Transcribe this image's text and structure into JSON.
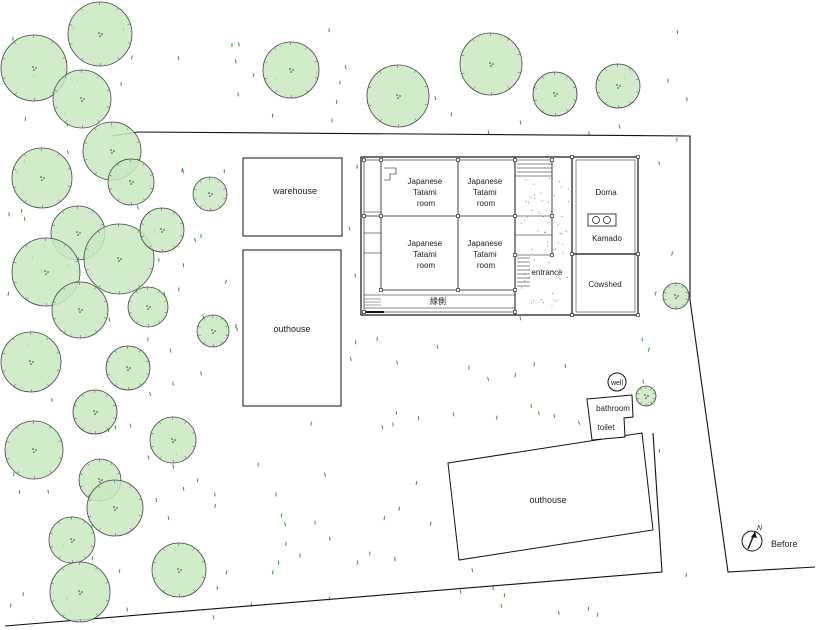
{
  "labels": {
    "warehouse": "warehouse",
    "outhouse_1": "outhouse",
    "outhouse_2": "outhouse",
    "tatami_1": [
      "Japanese",
      "Tatami",
      "room"
    ],
    "tatami_2": [
      "Japanese",
      "Tatami",
      "room"
    ],
    "tatami_3": [
      "Japanese",
      "Tatami",
      "room"
    ],
    "tatami_4": [
      "Japanese",
      "Tatami",
      "room"
    ],
    "engawa": "縁側",
    "entrance": "entrance",
    "doma": "Doma",
    "kamado": "Kamado",
    "cowshed": "Cowshed",
    "well": "well",
    "bathroom": "bathroom",
    "toilet": "toilet",
    "caption": "Before",
    "north": "N"
  },
  "colors": {
    "tree_fill": "#c9e8c2",
    "tree_stroke": "#444444",
    "grass": "#2f9e2f",
    "line": "#111111"
  },
  "icons": {
    "north_arrow": "compass-north-icon"
  }
}
